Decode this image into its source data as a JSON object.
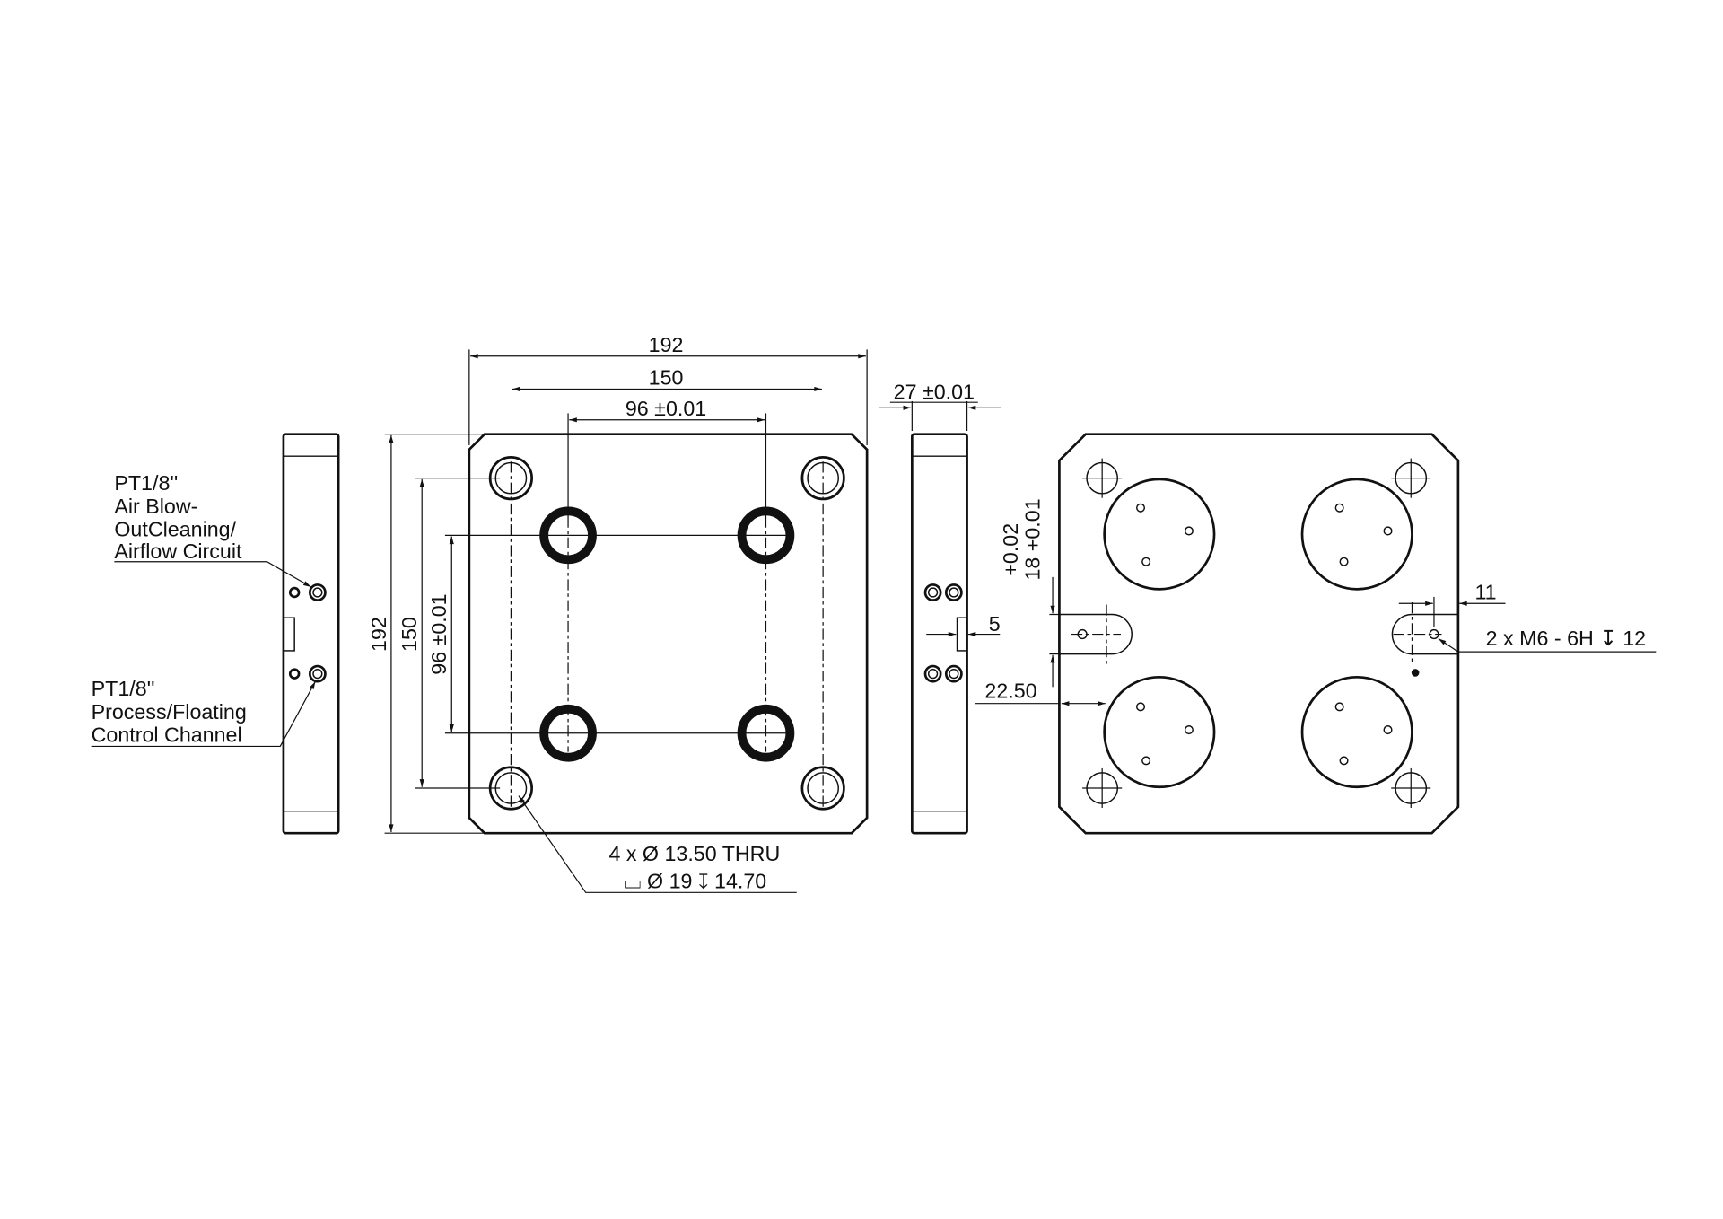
{
  "drawing": {
    "left_side_view": {
      "callout_air": [
        "PT1/8''",
        "Air Blow-",
        "OutCleaning/",
        "Airflow Circuit"
      ],
      "callout_process": [
        "PT1/8''",
        "Process/Floating",
        "Control Channel"
      ]
    },
    "front_view": {
      "dim_width_overall": "192",
      "dim_width_outer_holes": "150",
      "dim_width_inner_holes": "96 ±0.01",
      "dim_height_overall": "192",
      "dim_height_outer_holes": "150",
      "dim_height_inner_holes": "96 ±0.01",
      "hole_callout_line1": "4 x Ø 13.50 THRU",
      "hole_callout_line2": "⌴  Ø 19 ↧ 14.70"
    },
    "right_side_view": {
      "dim_thickness": "27 ±0.01",
      "dim_notch": "5"
    },
    "back_view": {
      "dim_slot_width": "18",
      "dim_slot_tol_upper": "+0.02",
      "dim_slot_tol_lower": "+0.01",
      "dim_slot_offset": "22.50",
      "dim_thread_offset": "11",
      "thread_callout": "2 x M6 - 6H ↧ 12"
    }
  }
}
